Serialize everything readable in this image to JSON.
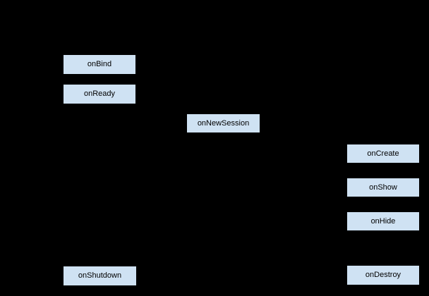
{
  "diagram": {
    "background_color": "#000000",
    "node_fill_color": "#cfe2f3",
    "node_border_color": "#000000",
    "node_text_color": "#000000",
    "nodes": [
      {
        "label": "onBind"
      },
      {
        "label": "onReady"
      },
      {
        "label": "onNewSession"
      },
      {
        "label": "onCreate"
      },
      {
        "label": "onShow"
      },
      {
        "label": "onHide"
      },
      {
        "label": "onShutdown"
      },
      {
        "label": "onDestroy"
      }
    ]
  }
}
